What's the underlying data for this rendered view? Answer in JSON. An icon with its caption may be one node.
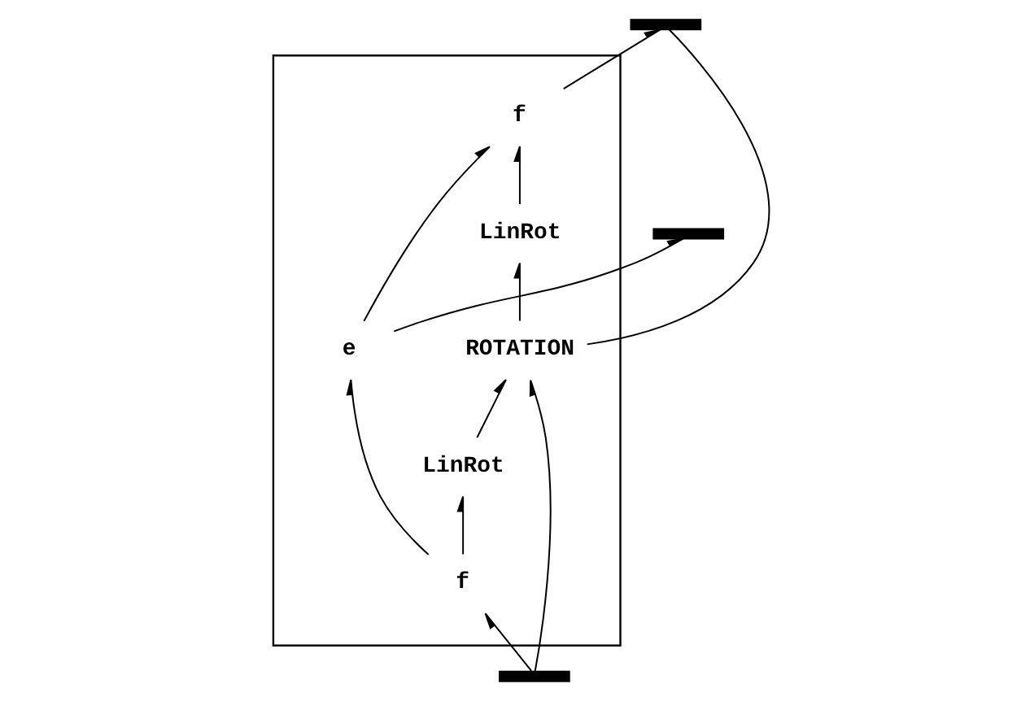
{
  "diagram": {
    "nodes": [
      {
        "text": [],
        "shape": "box"
      },
      {
        "text": [],
        "shape": "bar"
      },
      {
        "text": [
          "f"
        ],
        "in": 0
      },
      {
        "text": [
          "LinRot"
        ],
        "in": 0
      },
      {
        "text": [
          "ROTATION"
        ],
        "in": 0
      },
      {
        "text": [
          "e"
        ],
        "in": 0
      },
      {
        "text": [
          "LinRot"
        ],
        "in": 0
      },
      {
        "text": [
          "f"
        ],
        "in": 0
      },
      {
        "text": [],
        "shape": "bar"
      },
      {
        "text": [],
        "shape": "bar"
      }
    ],
    "edges": [
      {
        "from": 2,
        "to": 1,
        "arrow": "to"
      },
      {
        "from": 4,
        "to": 1,
        "arrow": "none"
      },
      {
        "from": 5,
        "to": 2,
        "arrow": "to"
      },
      {
        "from": 3,
        "to": 2,
        "arrow": "to"
      },
      {
        "from": 4,
        "to": 3,
        "arrow": "to"
      },
      {
        "from": 6,
        "to": 4,
        "arrow": "to"
      },
      {
        "from": 7,
        "to": 6,
        "arrow": "to"
      },
      {
        "from": 7,
        "to": 5,
        "arrow": "to"
      },
      {
        "from": 8,
        "to": 7,
        "arrow": "to"
      },
      {
        "from": 8,
        "to": 4,
        "arrow": "to"
      },
      {
        "from": 5,
        "to": 9,
        "arrow": "to"
      }
    ]
  }
}
